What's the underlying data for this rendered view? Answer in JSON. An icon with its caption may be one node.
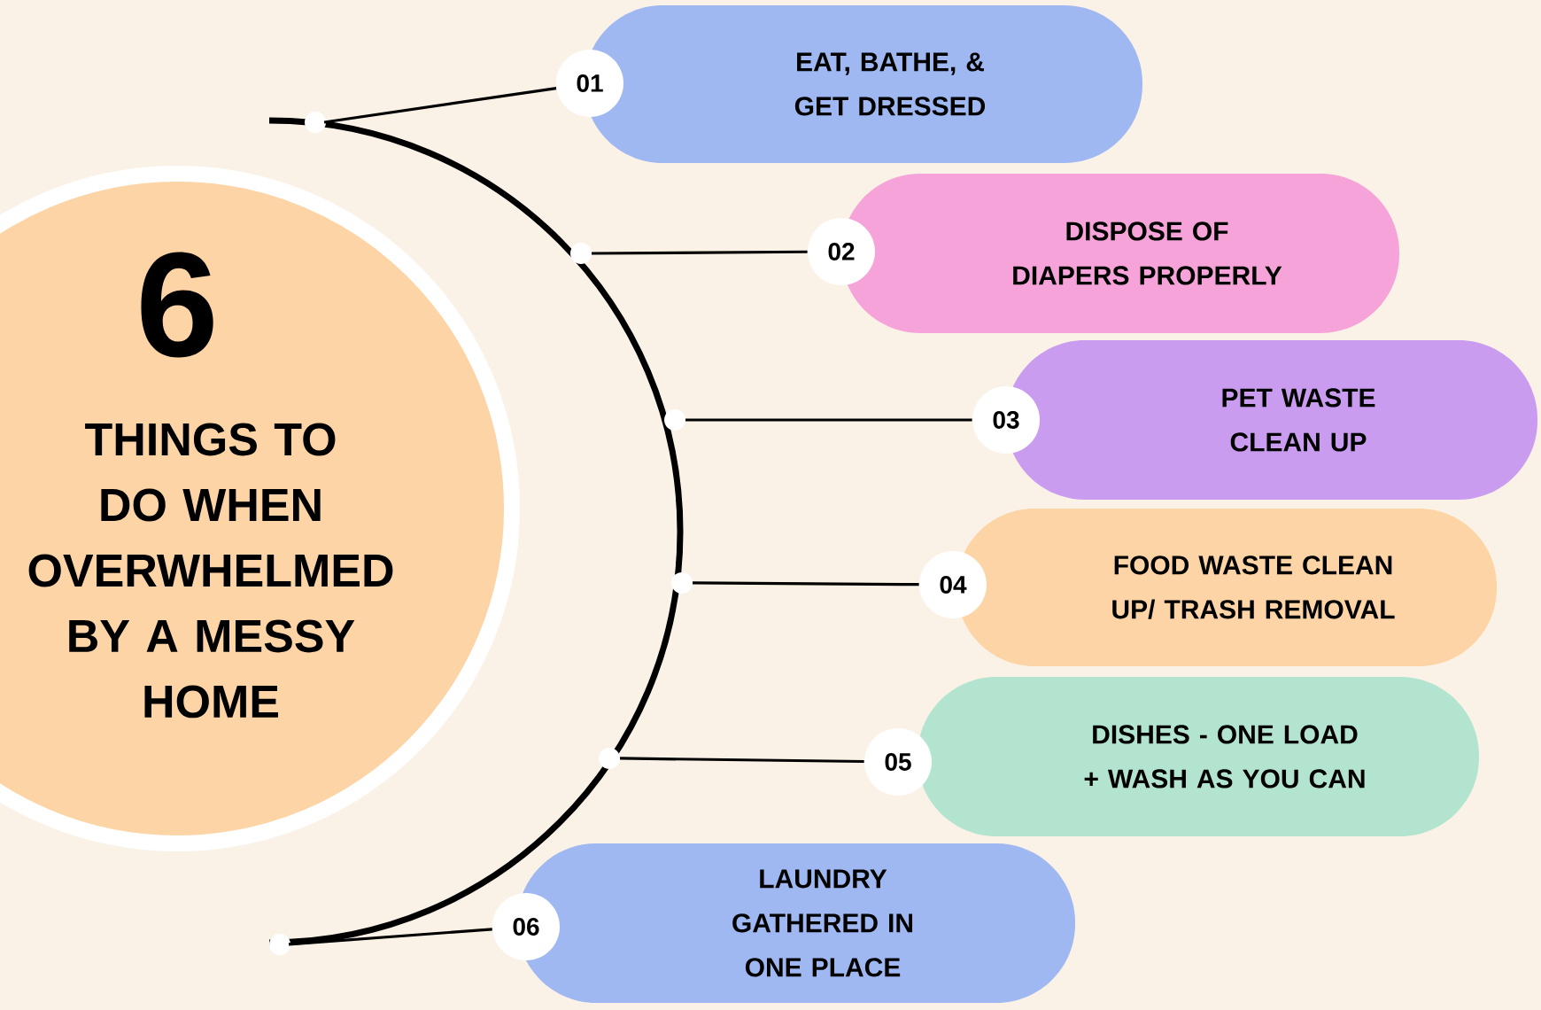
{
  "diagram": {
    "nodes": [
      {
        "text": [
          "6",
          "THINGS TO DO WHEN OVERWHELMED BY A MESSY HOME"
        ]
      },
      {
        "text": [
          "01"
        ]
      },
      {
        "text": [
          "EAT, BATHE, & GET DRESSED"
        ]
      },
      {
        "text": [
          "02"
        ]
      },
      {
        "text": [
          "DISPOSE OF DIAPERS PROPERLY"
        ]
      },
      {
        "text": [
          "03"
        ]
      },
      {
        "text": [
          "PET WASTE CLEAN UP"
        ]
      },
      {
        "text": [
          "04"
        ]
      },
      {
        "text": [
          "FOOD WASTE CLEAN UP/ TRASH REMOVAL"
        ]
      },
      {
        "text": [
          "05"
        ]
      },
      {
        "text": [
          "DISHES - ONE LOAD + WASH AS YOU CAN"
        ]
      },
      {
        "text": [
          "06"
        ]
      },
      {
        "text": [
          "LAUNDRY GATHERED IN ONE PLACE"
        ]
      }
    ],
    "edges": [
      {
        "from": null,
        "to": 1,
        "arrow": "none"
      },
      {
        "from": null,
        "to": 3,
        "arrow": "none"
      },
      {
        "from": null,
        "to": 5,
        "arrow": "none"
      },
      {
        "from": null,
        "to": 7,
        "arrow": "none"
      },
      {
        "from": null,
        "to": 9,
        "arrow": "none"
      },
      {
        "from": null,
        "to": 11,
        "arrow": "none"
      }
    ]
  }
}
